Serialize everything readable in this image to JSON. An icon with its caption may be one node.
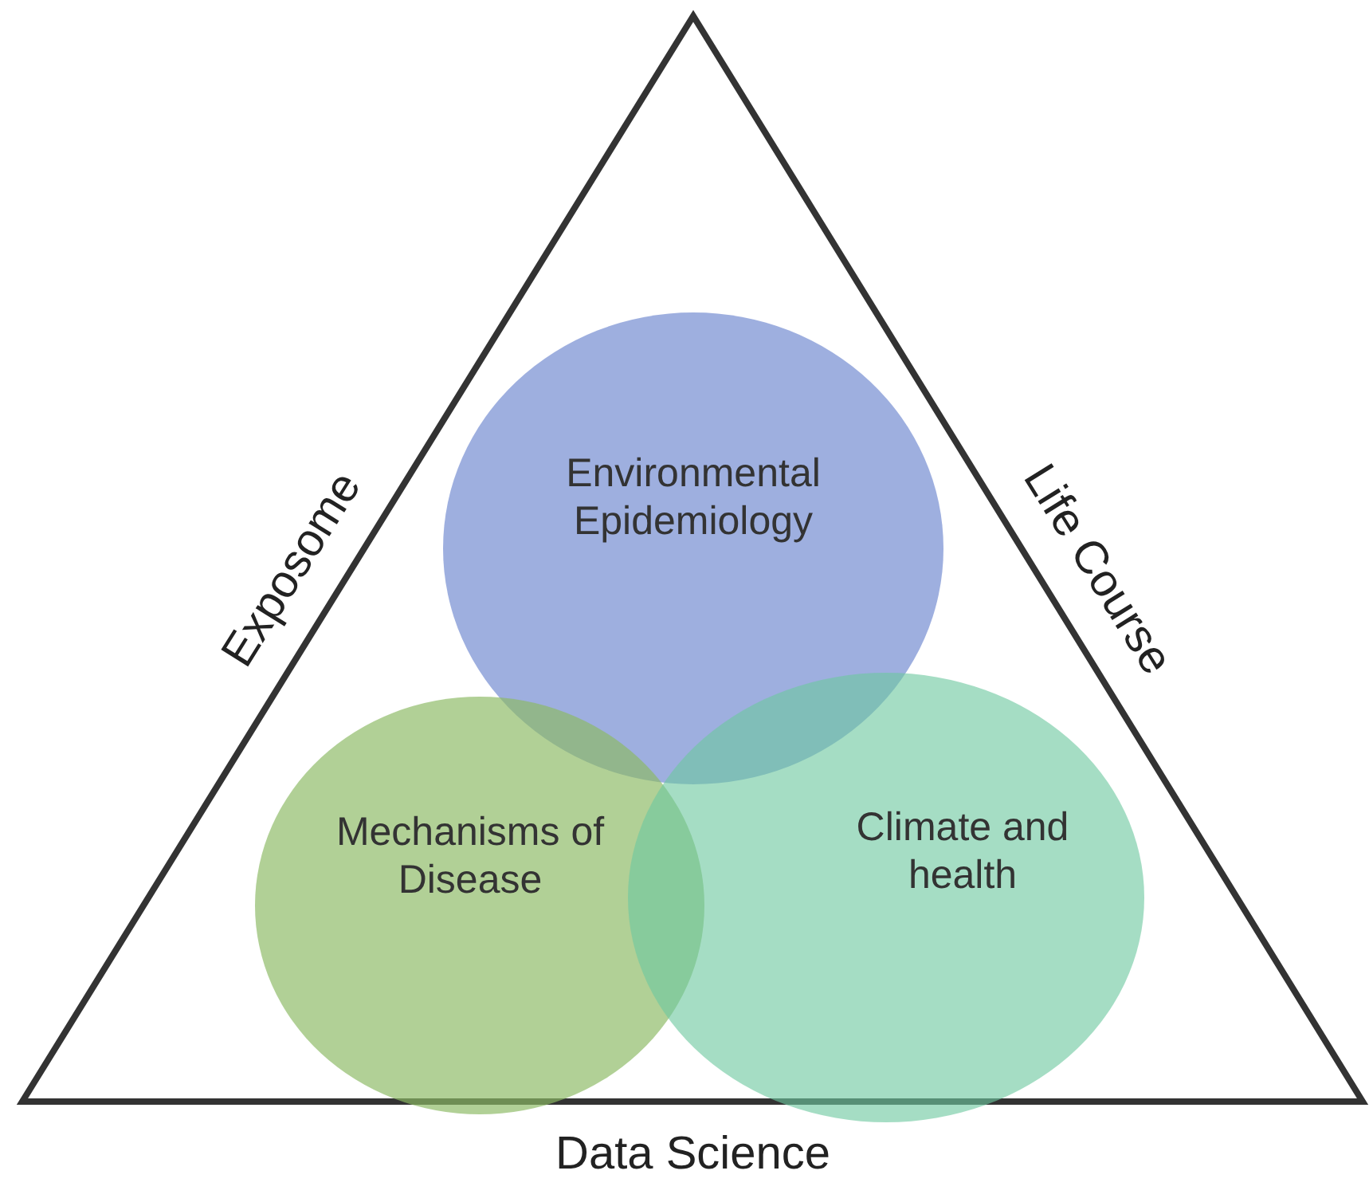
{
  "diagram": {
    "nodes": [
      {
        "text": [],
        "shape": "triangle",
        "beside": [
          "Exposome",
          "Life Course",
          "Data Science"
        ]
      },
      {
        "text": [
          "Environmental Epidemiology"
        ],
        "in": 0
      },
      {
        "text": [
          "Mechanisms of Disease"
        ],
        "in": 0
      },
      {
        "text": [
          "Climate and health"
        ],
        "in": 0
      }
    ],
    "edges": []
  }
}
